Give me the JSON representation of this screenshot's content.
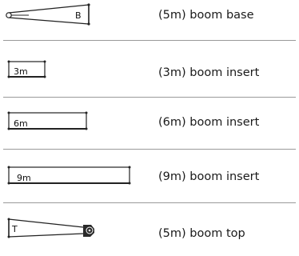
{
  "components": [
    {
      "icon": "boom-base-icon",
      "code": "B",
      "description": "(5m) boom base"
    },
    {
      "icon": "boom-insert-3m-icon",
      "code": "3m",
      "description": "(3m) boom insert"
    },
    {
      "icon": "boom-insert-6m-icon",
      "code": "6m",
      "description": "(6m) boom insert"
    },
    {
      "icon": "boom-insert-9m-icon",
      "code": "9m",
      "description": "(9m) boom insert"
    },
    {
      "icon": "boom-top-icon",
      "code": "T",
      "description": "(5m) boom top"
    }
  ]
}
